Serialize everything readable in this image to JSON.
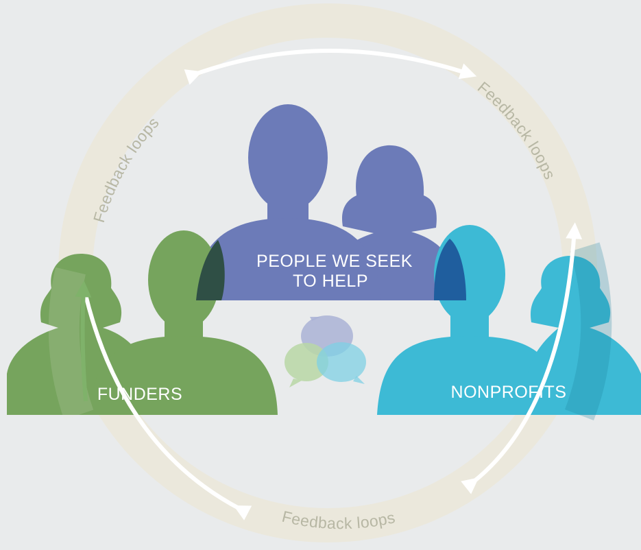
{
  "groups": {
    "people": {
      "line1": "PEOPLE WE SEEK",
      "line2": "TO HELP"
    },
    "funders": {
      "label": "FUNDERS"
    },
    "nonprofits": {
      "label": "NONPROFITS"
    }
  },
  "loops": {
    "left": "Feedback loops",
    "right": "Feedback loops",
    "bottom": "Feedback loops"
  },
  "colors": {
    "background": "#e9ebec",
    "ring": "#ebe8dc",
    "people": "#6c7bb8",
    "funders": "#76a45d",
    "nonprofits": "#3dbad5",
    "loop_text": "#b7b7a4",
    "arrow": "#ffffff"
  },
  "icons": [
    "person-silhouette-icon",
    "speech-bubbles-icon",
    "double-arrow-icon"
  ]
}
